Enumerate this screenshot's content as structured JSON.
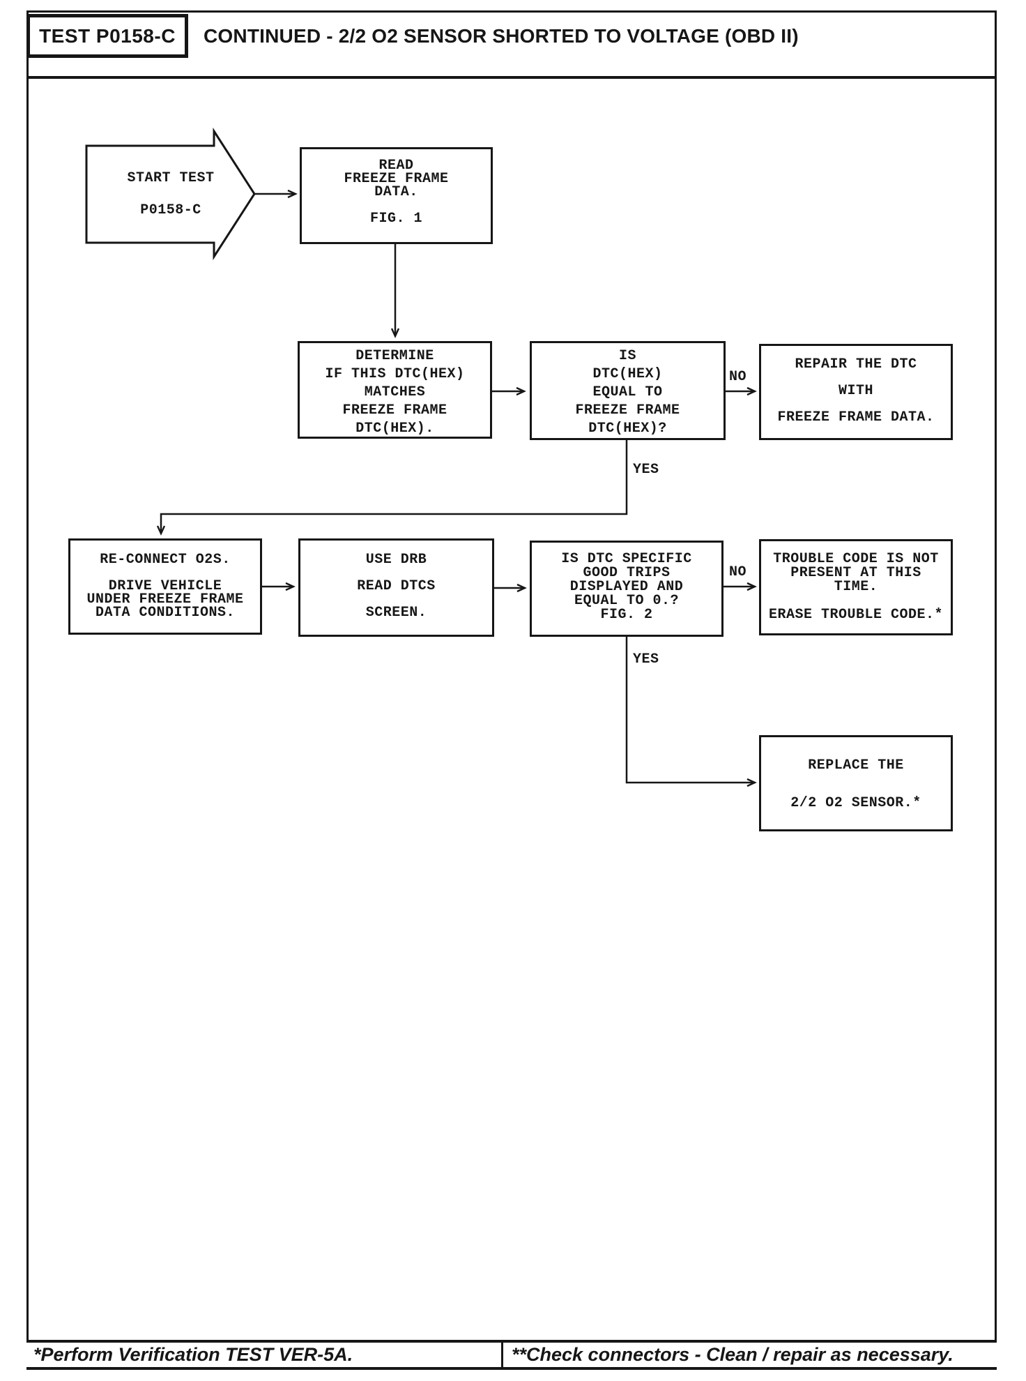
{
  "header": {
    "test_id": "TEST P0158-C",
    "title": "CONTINUED - 2/2 O2 SENSOR SHORTED TO VOLTAGE (OBD II)"
  },
  "flow": {
    "start": [
      "START TEST",
      "P0158-C"
    ],
    "read": [
      "READ",
      "FREEZE FRAME",
      "DATA.",
      "",
      "FIG. 1"
    ],
    "determine": [
      "DETERMINE",
      "IF THIS DTC(HEX)",
      "MATCHES",
      "FREEZE FRAME",
      "DTC(HEX)."
    ],
    "is_dtc_hex": [
      "IS",
      "DTC(HEX)",
      "EQUAL TO",
      "FREEZE FRAME",
      "DTC(HEX)?"
    ],
    "repair": [
      "REPAIR THE DTC",
      "WITH",
      "FREEZE FRAME DATA."
    ],
    "reconnect": [
      "RE-CONNECT O2S.",
      "",
      "DRIVE VEHICLE",
      "UNDER FREEZE FRAME",
      "DATA CONDITIONS."
    ],
    "use_drb": [
      "USE DRB",
      "",
      "READ DTCS",
      "",
      "SCREEN."
    ],
    "good_trips": [
      "IS DTC SPECIFIC",
      "GOOD TRIPS",
      "DISPLAYED AND",
      "EQUAL TO 0.?",
      "FIG. 2"
    ],
    "trouble": [
      "TROUBLE CODE IS NOT",
      "PRESENT AT THIS",
      "TIME.",
      "",
      "ERASE TROUBLE CODE.*"
    ],
    "replace": [
      "REPLACE THE",
      "",
      "2/2 O2 SENSOR.*"
    ],
    "labels": {
      "yes": "YES",
      "no": "NO"
    }
  },
  "footer": {
    "left_note": "*Perform Verification TEST VER-5A.",
    "right_note": "**Check connectors - Clean / repair as necessary."
  },
  "colors": {
    "ink": "#161616",
    "paper": "#ffffff"
  }
}
